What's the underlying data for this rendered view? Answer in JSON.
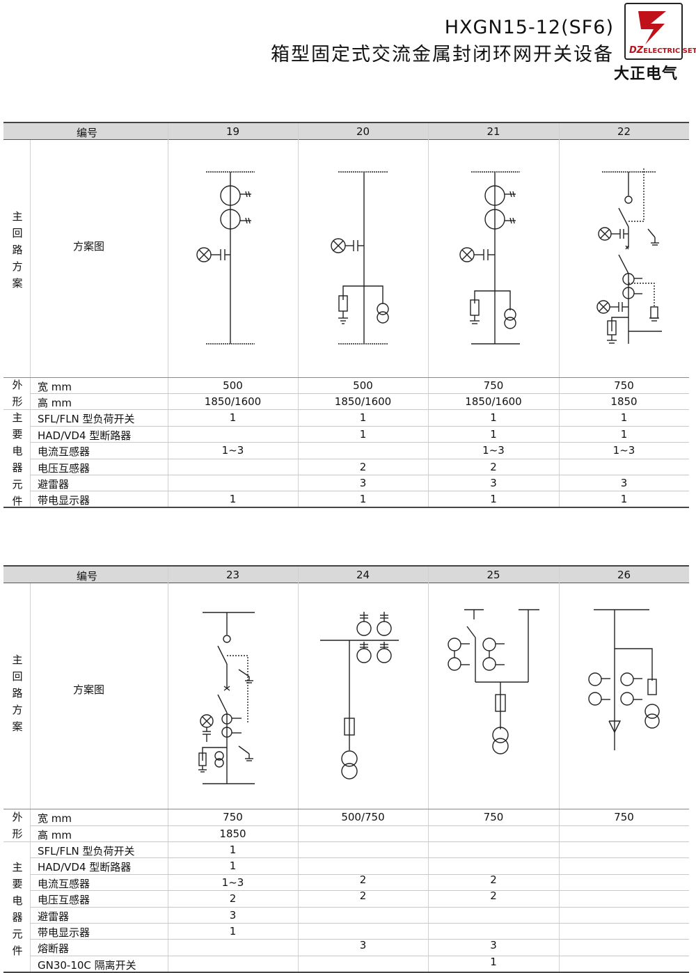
{
  "header": {
    "model": "HXGN15-12(SF6)",
    "product_name": "箱型固定式交流金属封闭环网开关设备",
    "logo_text_dz": "DZ",
    "logo_text_rest": "ELECTRIC SET",
    "brand": "大正电气"
  },
  "table1": {
    "col_header": "编号",
    "columns": [
      "19",
      "20",
      "21",
      "22"
    ],
    "group_main_circuit": "主回路方案",
    "scheme_label": "方案图",
    "group_shape": "外形",
    "group_components": "主要电器元件",
    "rows": [
      {
        "label": "宽 mm",
        "values": [
          "500",
          "500",
          "750",
          "750"
        ]
      },
      {
        "label": "高 mm",
        "values": [
          "1850/1600",
          "1850/1600",
          "1850/1600",
          "1850"
        ]
      },
      {
        "label": "SFL/FLN 型负荷开关",
        "values": [
          "1",
          "1",
          "1",
          "1"
        ]
      },
      {
        "label": "HAD/VD4 型断路器",
        "values": [
          "",
          "1",
          "1",
          "1"
        ]
      },
      {
        "label": "电流互感器",
        "values": [
          "1~3",
          "",
          "1~3",
          "1~3"
        ]
      },
      {
        "label": "电压互感器",
        "values": [
          "",
          "2",
          "2",
          ""
        ]
      },
      {
        "label": "避雷器",
        "values": [
          "",
          "3",
          "3",
          "3"
        ]
      },
      {
        "label": "带电显示器",
        "values": [
          "1",
          "1",
          "1",
          "1"
        ]
      }
    ]
  },
  "table2": {
    "col_header": "编号",
    "columns": [
      "23",
      "24",
      "25",
      "26"
    ],
    "group_main_circuit": "主回路方案",
    "scheme_label": "方案图",
    "group_shape": "外形",
    "group_components": "主要电器元件",
    "rows": [
      {
        "label": "宽 mm",
        "values": [
          "750",
          "500/750",
          "750",
          "750"
        ]
      },
      {
        "label": "高 mm",
        "values": [
          "1850",
          "",
          "",
          ""
        ]
      },
      {
        "label": "SFL/FLN 型负荷开关",
        "values": [
          "1",
          "",
          "",
          ""
        ]
      },
      {
        "label": "HAD/VD4 型断路器",
        "values": [
          "1",
          "",
          "",
          ""
        ]
      },
      {
        "label": "电流互感器",
        "values": [
          "1~3",
          "2",
          "2",
          ""
        ]
      },
      {
        "label": "电压互感器",
        "values": [
          "2",
          "2",
          "2",
          ""
        ]
      },
      {
        "label": "避雷器",
        "values": [
          "3",
          "",
          "",
          ""
        ]
      },
      {
        "label": "带电显示器",
        "values": [
          "1",
          "",
          "",
          ""
        ]
      },
      {
        "label": "熔断器",
        "values": [
          "",
          "3",
          "3",
          ""
        ]
      },
      {
        "label": "GN30-10C 隔离开关",
        "values": [
          "",
          "",
          "1",
          ""
        ]
      }
    ]
  },
  "colors": {
    "header_bg": "#d9d9d9",
    "logo_red": "#c0101a"
  }
}
